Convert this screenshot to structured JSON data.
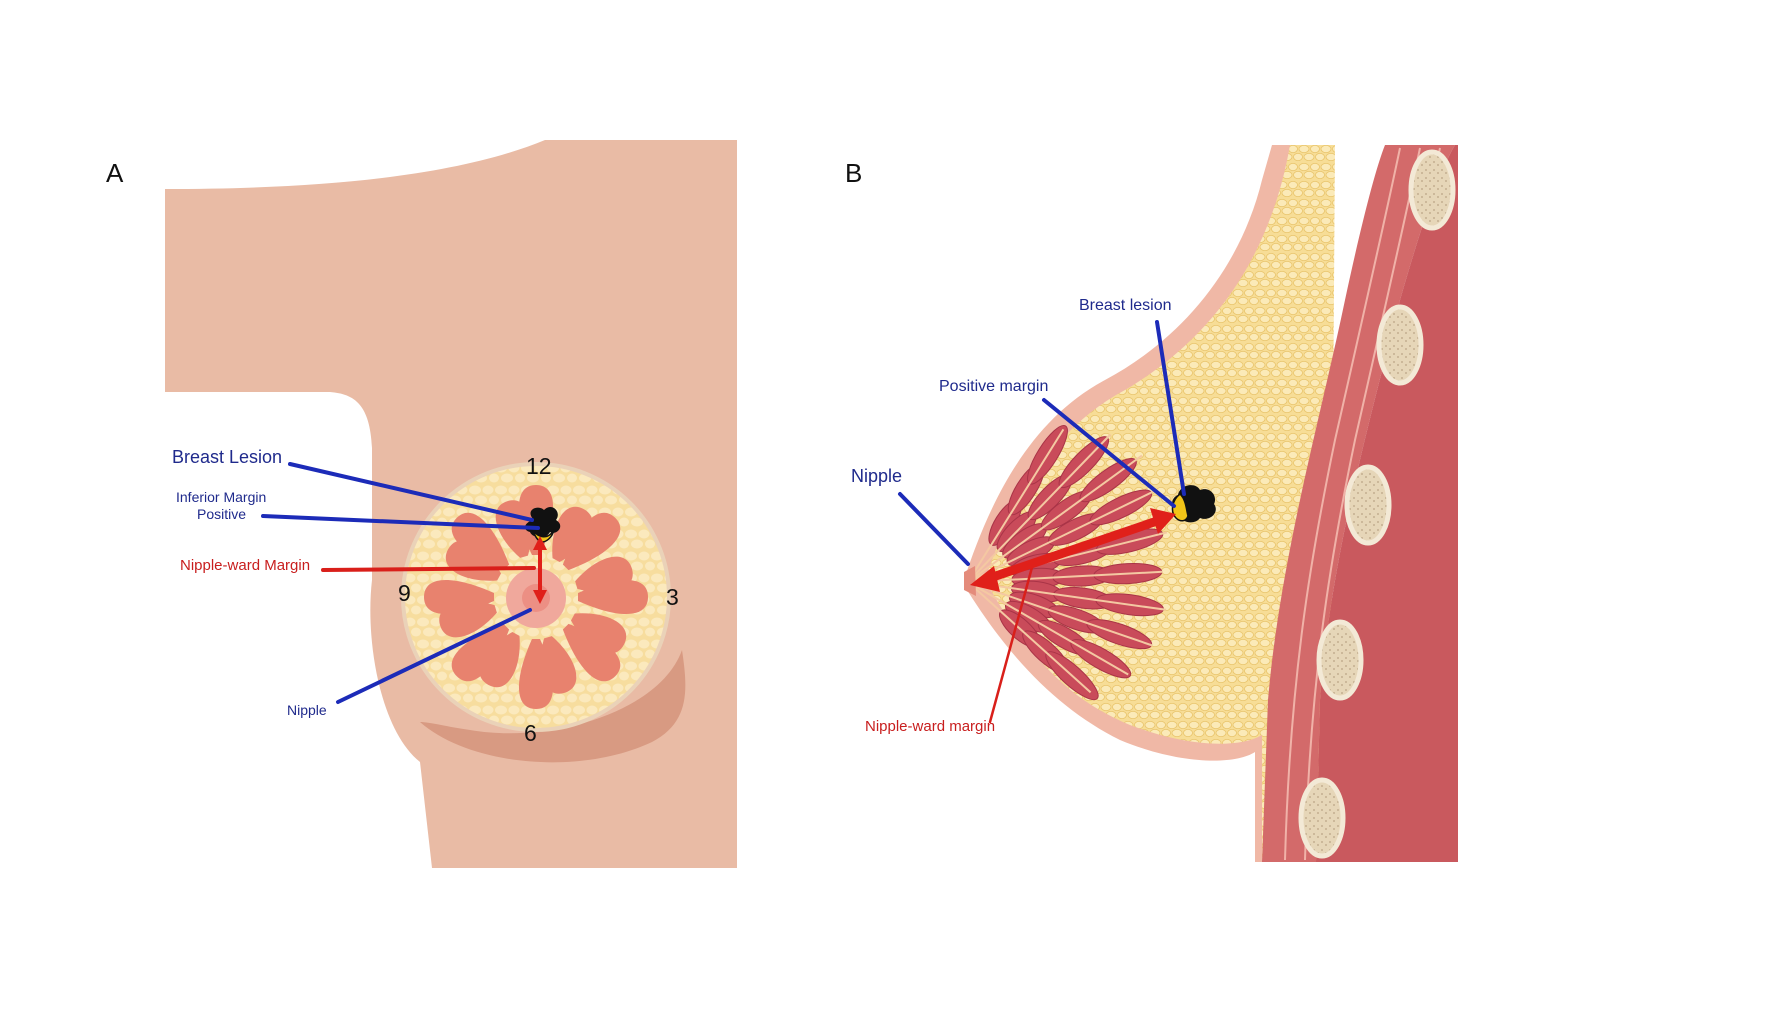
{
  "panel_a": {
    "letter": "A",
    "breast_lesion": "Breast Lesion",
    "inferior_margin_line1": "Inferior Margin",
    "inferior_margin_line2": "Positive",
    "nipple_ward_margin": "Nipple-ward Margin",
    "nipple": "Nipple",
    "clock": {
      "twelve": "12",
      "three": "3",
      "six": "6",
      "nine": "9"
    }
  },
  "panel_b": {
    "letter": "B",
    "breast_lesion": "Breast lesion",
    "positive_margin": "Positive margin",
    "nipple": "Nipple",
    "nipple_ward_margin": "Nipple-ward margin"
  },
  "colors": {
    "skin": "#e9bba5",
    "skin_shadow": "#d79a80",
    "fat": "#f7de9a",
    "lobule": "#e8826e",
    "gland": "#c94b5a",
    "muscle": "#d56a6a",
    "pointer_blue": "#1c2bb8",
    "pointer_red": "#e0201a",
    "lesion": "#111111",
    "margin_yellow": "#f2c418"
  }
}
